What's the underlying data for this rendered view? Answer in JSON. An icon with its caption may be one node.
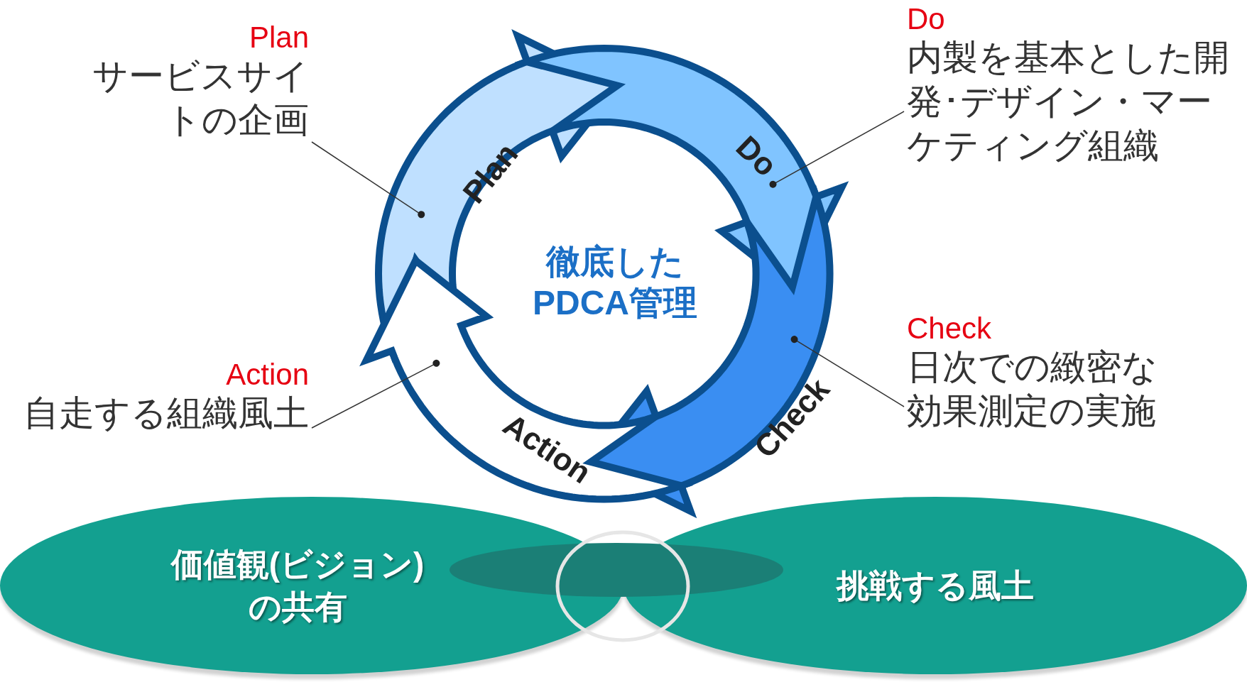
{
  "diagram": {
    "nodes": [
      {
        "text": [
          "Plan",
          "サービスサイトの企画"
        ]
      },
      {
        "text": [
          "Do",
          "内製を基本とした開発･デザイン・マーケティング組織"
        ]
      },
      {
        "text": [
          "Check",
          "日次での緻密な効果測定の実施"
        ]
      },
      {
        "text": [
          "Action",
          "自走する組織風土"
        ]
      },
      {
        "text": [
          "Plan"
        ]
      },
      {
        "text": [
          "Do"
        ]
      },
      {
        "text": [
          "Check"
        ]
      },
      {
        "text": [
          "Action"
        ]
      },
      {
        "text": [
          "徹底したPDCA管理"
        ]
      },
      {
        "text": [
          "価値観(ビジョン)の共有"
        ]
      },
      {
        "text": [
          "挑戦する風土"
        ]
      }
    ],
    "edges": [
      {
        "from": 0,
        "to": 4,
        "arrow": "other"
      },
      {
        "from": 1,
        "to": 5,
        "arrow": "other"
      },
      {
        "from": 2,
        "to": 6,
        "arrow": "other"
      },
      {
        "from": 3,
        "to": 7,
        "arrow": "other"
      }
    ]
  }
}
